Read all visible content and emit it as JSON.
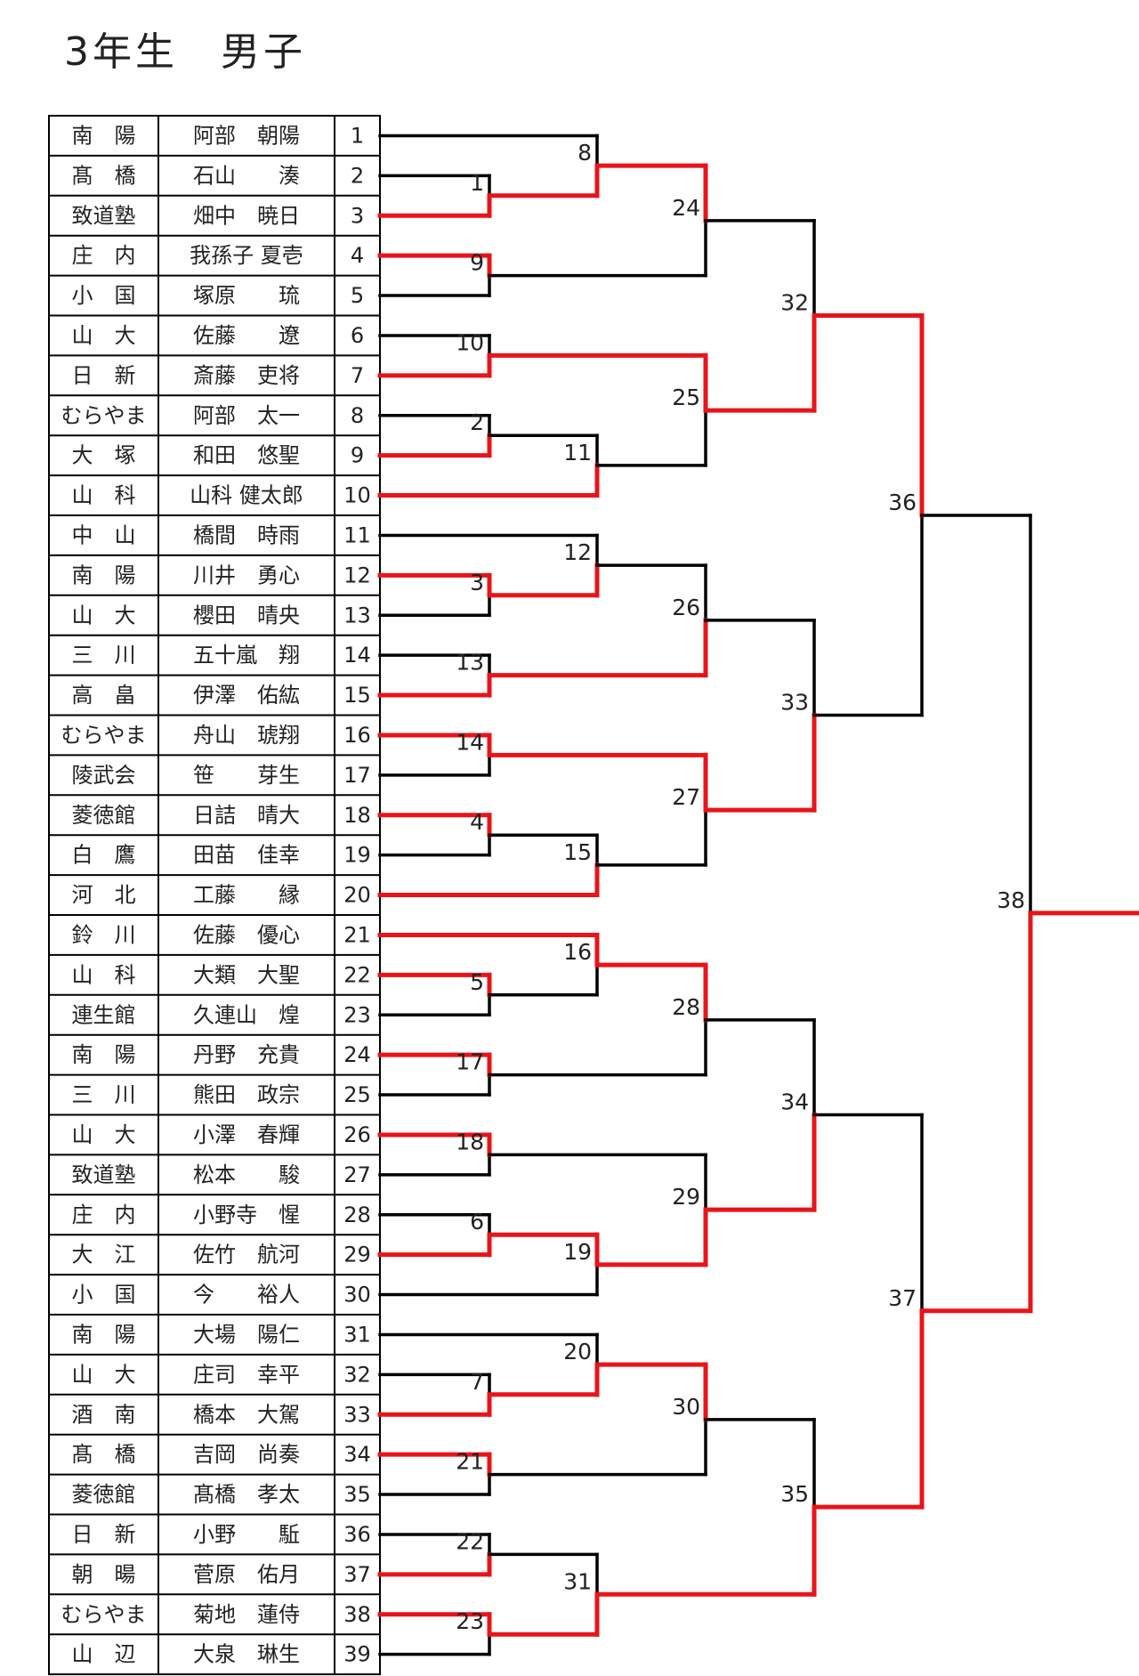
{
  "title": "3年生　男子",
  "colors": {
    "win": "#e8141a",
    "line": "#000000",
    "text": "#222222"
  },
  "players": [
    {
      "school": "南　陽",
      "name": "阿部　朝陽",
      "no": "1"
    },
    {
      "school": "髙　橋",
      "name": "石山　　湊",
      "no": "2"
    },
    {
      "school": "致道塾",
      "name": "畑中　暁日",
      "no": "3"
    },
    {
      "school": "庄　内",
      "name": "我孫子 夏壱",
      "no": "4"
    },
    {
      "school": "小　国",
      "name": "塚原　　琉",
      "no": "5"
    },
    {
      "school": "山　大",
      "name": "佐藤　　遼",
      "no": "6"
    },
    {
      "school": "日　新",
      "name": "斎藤　吏将",
      "no": "7"
    },
    {
      "school": "むらやま",
      "name": "阿部　太一",
      "no": "8"
    },
    {
      "school": "大　塚",
      "name": "和田　悠聖",
      "no": "9"
    },
    {
      "school": "山　科",
      "name": "山科 健太郎",
      "no": "10"
    },
    {
      "school": "中　山",
      "name": "橋間　時雨",
      "no": "11"
    },
    {
      "school": "南　陽",
      "name": "川井　勇心",
      "no": "12"
    },
    {
      "school": "山　大",
      "name": "櫻田　晴央",
      "no": "13"
    },
    {
      "school": "三　川",
      "name": "五十嵐　翔",
      "no": "14"
    },
    {
      "school": "高　畠",
      "name": "伊澤　佑紘",
      "no": "15"
    },
    {
      "school": "むらやま",
      "name": "舟山　琥翔",
      "no": "16"
    },
    {
      "school": "陵武会",
      "name": "笹　　芽生",
      "no": "17"
    },
    {
      "school": "菱徳館",
      "name": "日詰　晴大",
      "no": "18"
    },
    {
      "school": "白　鷹",
      "name": "田苗　佳幸",
      "no": "19"
    },
    {
      "school": "河　北",
      "name": "工藤　　縁",
      "no": "20"
    },
    {
      "school": "鈴　川",
      "name": "佐藤　優心",
      "no": "21"
    },
    {
      "school": "山　科",
      "name": "大類　大聖",
      "no": "22"
    },
    {
      "school": "連生館",
      "name": "久連山　煌",
      "no": "23"
    },
    {
      "school": "南　陽",
      "name": "丹野　充貴",
      "no": "24"
    },
    {
      "school": "三　川",
      "name": "熊田　政宗",
      "no": "25"
    },
    {
      "school": "山　大",
      "name": "小澤　春輝",
      "no": "26"
    },
    {
      "school": "致道塾",
      "name": "松本　　駿",
      "no": "27"
    },
    {
      "school": "庄　内",
      "name": "小野寺　惺",
      "no": "28"
    },
    {
      "school": "大　江",
      "name": "佐竹　航河",
      "no": "29"
    },
    {
      "school": "小　国",
      "name": "今　　裕人",
      "no": "30"
    },
    {
      "school": "南　陽",
      "name": "大場　陽仁",
      "no": "31"
    },
    {
      "school": "山　大",
      "name": "庄司　幸平",
      "no": "32"
    },
    {
      "school": "酒　南",
      "name": "橋本　大駕",
      "no": "33"
    },
    {
      "school": "髙　橋",
      "name": "吉岡　尚奏",
      "no": "34"
    },
    {
      "school": "菱徳館",
      "name": "髙橋　孝太",
      "no": "35"
    },
    {
      "school": "日　新",
      "name": "小野　　駈",
      "no": "36"
    },
    {
      "school": "朝　暘",
      "name": "菅原　佑月",
      "no": "37"
    },
    {
      "school": "むらやま",
      "name": "菊地　蓮侍",
      "no": "38"
    },
    {
      "school": "山　辺",
      "name": "大泉　琳生",
      "no": "39"
    }
  ],
  "matches": [
    {
      "id": "1",
      "a": "p2",
      "b": "p3",
      "w": "b"
    },
    {
      "id": "2",
      "a": "p8",
      "b": "p9",
      "w": "b"
    },
    {
      "id": "3",
      "a": "p12",
      "b": "p13",
      "w": "a"
    },
    {
      "id": "4",
      "a": "p18",
      "b": "p19",
      "w": "a"
    },
    {
      "id": "5",
      "a": "p22",
      "b": "p23",
      "w": "a"
    },
    {
      "id": "6",
      "a": "p28",
      "b": "p29",
      "w": "b"
    },
    {
      "id": "7",
      "a": "p32",
      "b": "p33",
      "w": "b"
    },
    {
      "id": "8",
      "a": "p1",
      "b": "m1",
      "w": "b"
    },
    {
      "id": "9",
      "a": "p4",
      "b": "p5",
      "w": "a"
    },
    {
      "id": "10",
      "a": "p6",
      "b": "p7",
      "w": "b"
    },
    {
      "id": "11",
      "a": "m2",
      "b": "p10",
      "w": "b"
    },
    {
      "id": "12",
      "a": "p11",
      "b": "m3",
      "w": "b"
    },
    {
      "id": "13",
      "a": "p14",
      "b": "p15",
      "w": "b"
    },
    {
      "id": "14",
      "a": "p16",
      "b": "p17",
      "w": "a"
    },
    {
      "id": "15",
      "a": "m4",
      "b": "p20",
      "w": "b"
    },
    {
      "id": "16",
      "a": "p21",
      "b": "m5",
      "w": "a"
    },
    {
      "id": "17",
      "a": "p24",
      "b": "p25",
      "w": "a"
    },
    {
      "id": "18",
      "a": "p26",
      "b": "p27",
      "w": "a"
    },
    {
      "id": "19",
      "a": "m6",
      "b": "p30",
      "w": "a"
    },
    {
      "id": "20",
      "a": "p31",
      "b": "m7",
      "w": "b"
    },
    {
      "id": "21",
      "a": "p34",
      "b": "p35",
      "w": "a"
    },
    {
      "id": "22",
      "a": "p36",
      "b": "p37",
      "w": "b"
    },
    {
      "id": "23",
      "a": "p38",
      "b": "p39",
      "w": "a"
    },
    {
      "id": "24",
      "a": "m8",
      "b": "m9",
      "w": "a"
    },
    {
      "id": "25",
      "a": "m10",
      "b": "m11",
      "w": "a"
    },
    {
      "id": "26",
      "a": "m12",
      "b": "m13",
      "w": "b"
    },
    {
      "id": "27",
      "a": "m14",
      "b": "m15",
      "w": "a"
    },
    {
      "id": "28",
      "a": "m16",
      "b": "m17",
      "w": "a"
    },
    {
      "id": "29",
      "a": "m18",
      "b": "m19",
      "w": "b"
    },
    {
      "id": "30",
      "a": "m20",
      "b": "m21",
      "w": "a"
    },
    {
      "id": "31",
      "a": "m22",
      "b": "m23",
      "w": "b"
    },
    {
      "id": "32",
      "a": "m24",
      "b": "m25",
      "w": "b"
    },
    {
      "id": "33",
      "a": "m26",
      "b": "m27",
      "w": "b"
    },
    {
      "id": "34",
      "a": "m28",
      "b": "m29",
      "w": "b"
    },
    {
      "id": "35",
      "a": "m30",
      "b": "m31",
      "w": "b"
    },
    {
      "id": "36",
      "a": "m32",
      "b": "m33",
      "w": "a"
    },
    {
      "id": "37",
      "a": "m34",
      "b": "m35",
      "w": "b"
    },
    {
      "id": "38",
      "a": "m36",
      "b": "m37",
      "w": "b"
    }
  ]
}
